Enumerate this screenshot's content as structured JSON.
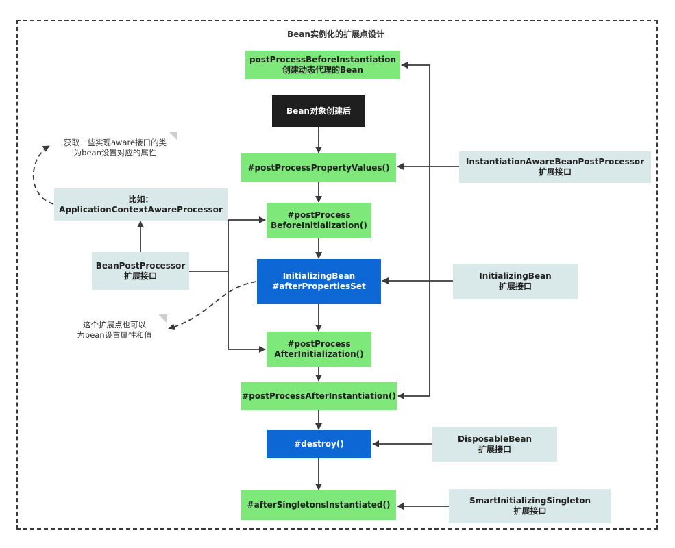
{
  "title": "Bean实例化的扩展点设计",
  "main": {
    "before_instantiation": [
      "postProcessBeforeInstantiation",
      "创建动态代理的Bean"
    ],
    "bean_created": "Bean对象创建后",
    "property_values": "#postProcessPropertyValues()",
    "before_initialization": [
      "#postProcess",
      "BeforeInitialization()"
    ],
    "initializing_bean": [
      "InitializingBean",
      "#afterPropertiesSet"
    ],
    "after_initialization": [
      "#postProcess",
      "AfterInitialization()"
    ],
    "after_instantiation": "#postProcessAfterInstantiation()",
    "destroy": "#destroy()",
    "after_singletons": "#afterSingletonsInstantiated()"
  },
  "interfaces": {
    "instantiation_aware": [
      "InstantiationAwareBeanPostProcessor",
      "扩展接口"
    ],
    "initializing_bean": [
      "InitializingBean",
      "扩展接口"
    ],
    "disposable_bean": [
      "DisposableBean",
      "扩展接口"
    ],
    "smart_initializing": [
      "SmartInitializingSingleton",
      "扩展接口"
    ],
    "bean_post_processor": [
      "BeanPostProcessor",
      "扩展接口"
    ],
    "example": [
      "比如：",
      "ApplicationContextAwareProcessor"
    ]
  },
  "notes": {
    "aware": [
      "获取一些实现aware接口的类",
      "为bean设置对应的属性"
    ],
    "extension": [
      "这个扩展点也可以",
      "为bean设置属性和值"
    ]
  },
  "colors": {
    "green": "#7ee87a",
    "blue": "#0d68d6",
    "dark": "#1f1f1f",
    "grey": "#d9e8e8",
    "line": "#3a3a3a"
  }
}
